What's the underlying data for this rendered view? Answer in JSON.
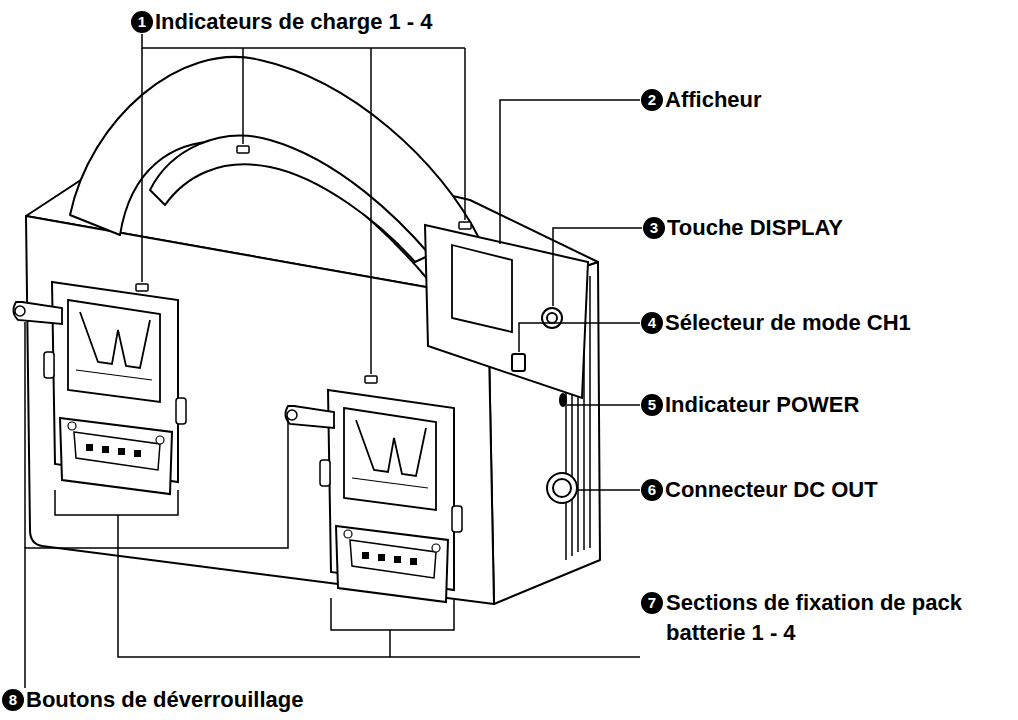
{
  "diagram": {
    "labels": [
      "1",
      "Indicateurs de charge 1 - 4",
      "2",
      "Afficheur",
      "3",
      "Touche DISPLAY",
      "4",
      "Sélecteur de mode CH1",
      "5",
      "Indicateur POWER",
      "6",
      "Connecteur DC OUT",
      "7",
      "Sections de fixation de pack batterie 1 - 4",
      "8",
      "Boutons de déverrouillage"
    ]
  }
}
